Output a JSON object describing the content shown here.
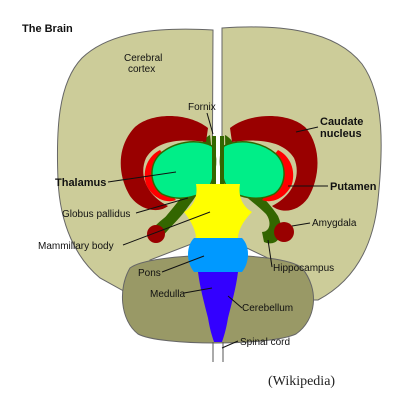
{
  "title": "The Brain",
  "credit": "(Wikipedia)",
  "labels": {
    "cerebral_cortex_line1": "Cerebral",
    "cerebral_cortex_line2": "cortex",
    "fornix": "Fornix",
    "caudate_nucleus_line1": "Caudate",
    "caudate_nucleus_line2": "nucleus",
    "thalamus": "Thalamus",
    "putamen": "Putamen",
    "globus_pallidus": "Globus pallidus",
    "amygdala": "Amygdala",
    "mammillary_body": "Mammillary body",
    "hippocampus": "Hippocampus",
    "pons": "Pons",
    "medulla": "Medulla",
    "cerebellum": "Cerebellum",
    "spinal_cord": "Spinal cord"
  },
  "colors": {
    "cortex": "#cccc99",
    "cerebellum": "#999966",
    "caudate": "#990000",
    "putamen": "#ff0000",
    "thalamus": "#00ee88",
    "green_structures": "#336600",
    "hypothalamus": "#ffff00",
    "pons": "#0099ff",
    "medulla": "#3300ff",
    "outline": "#666666"
  }
}
